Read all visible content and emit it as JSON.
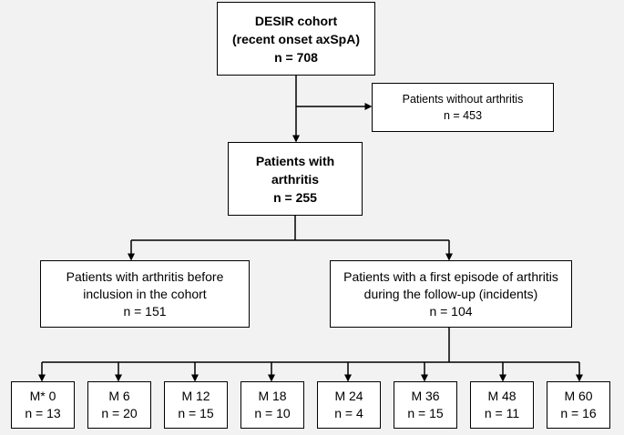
{
  "cohort": {
    "lines": [
      "DESIR cohort",
      "(recent onset axSpA)",
      "n = 708"
    ]
  },
  "no_arthritis": {
    "lines": [
      "Patients without arthritis",
      "n = 453"
    ]
  },
  "arthritis": {
    "lines": [
      "Patients with",
      "arthritis",
      "n = 255"
    ]
  },
  "before_inclusion": {
    "lines": [
      "Patients with arthritis before",
      "inclusion in the cohort",
      "n = 151"
    ]
  },
  "incidents": {
    "lines": [
      "Patients with a first episode of arthritis",
      "during the follow-up (incidents)",
      "n = 104"
    ]
  },
  "months": [
    {
      "label": "M* 0",
      "count": "n = 13"
    },
    {
      "label": "M 6",
      "count": "n = 20"
    },
    {
      "label": "M 12",
      "count": "n = 15"
    },
    {
      "label": "M 18",
      "count": "n = 10"
    },
    {
      "label": "M 24",
      "count": "n = 4"
    },
    {
      "label": "M 36",
      "count": "n = 15"
    },
    {
      "label": "M 48",
      "count": "n = 11"
    },
    {
      "label": "M 60",
      "count": "n = 16"
    }
  ]
}
